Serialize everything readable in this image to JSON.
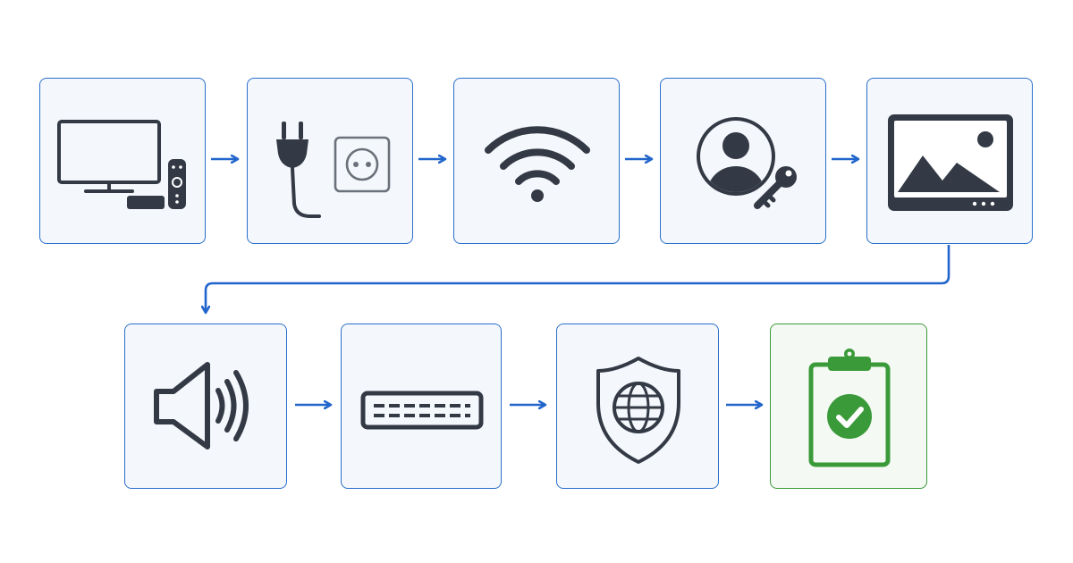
{
  "diagram": {
    "colors": {
      "box_border": "#2a6fcb",
      "box_fill": "#f4f7fb",
      "arrow": "#2266cc",
      "icon": "#333a45",
      "complete_border": "#3a9a3a",
      "complete_icon": "#3a9a3a"
    },
    "steps": [
      {
        "id": "tv-setup",
        "icon": "tv-with-streaming-box-icon"
      },
      {
        "id": "power",
        "icon": "plug-and-outlet-icon"
      },
      {
        "id": "wifi",
        "icon": "wifi-icon"
      },
      {
        "id": "account",
        "icon": "user-key-icon"
      },
      {
        "id": "display",
        "icon": "picture-screen-icon"
      },
      {
        "id": "audio",
        "icon": "speaker-icon"
      },
      {
        "id": "remote-input",
        "icon": "keyboard-icon"
      },
      {
        "id": "security",
        "icon": "shield-globe-icon"
      },
      {
        "id": "complete",
        "icon": "clipboard-check-icon"
      }
    ]
  }
}
